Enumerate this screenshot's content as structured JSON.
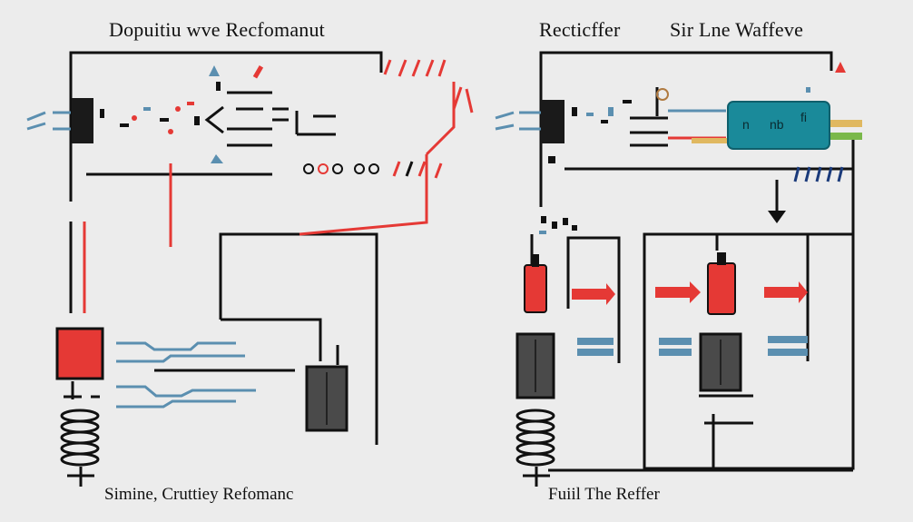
{
  "titles": {
    "left": "Dopuitiu wve Recfomanut",
    "right_a": "Recticffer",
    "right_b": "Sir Lne Waffeve"
  },
  "captions": {
    "left": "Simine, Cruttiey Refomanc",
    "right": "Fuiil  The Reffer"
  },
  "colors": {
    "wire": "#111111",
    "accent_red": "#e53935",
    "accent_blue": "#5b8fb0",
    "module_teal": "#1a8a9a",
    "component_gray": "#4a4a4a"
  },
  "icons": {
    "left_transformer": "coil-icon",
    "right_transformer": "coil-icon",
    "module": "ic-module-icon",
    "down_arrow": "arrow-down-icon"
  }
}
